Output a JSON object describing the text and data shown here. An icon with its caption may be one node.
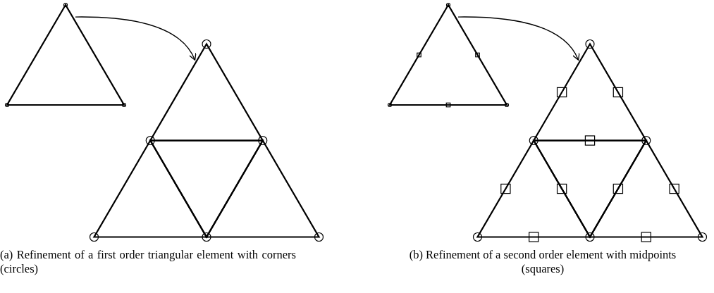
{
  "diagram": {
    "nodes": [
      {
        "text": [],
        "shape": "picture"
      },
      {
        "text": [],
        "shape": "picture"
      },
      {
        "text": [],
        "shape": "picture"
      },
      {
        "text": [],
        "shape": "picture"
      }
    ],
    "edges": [
      {
        "from": 0,
        "to": 1,
        "arrow": "to"
      },
      {
        "from": 2,
        "to": 3,
        "arrow": "to"
      }
    ],
    "labels": [
      "(a) Refinement of a first order triangular element with corners (circles)",
      "(b) Refinement of a second order element with midpoints (squares)"
    ]
  }
}
